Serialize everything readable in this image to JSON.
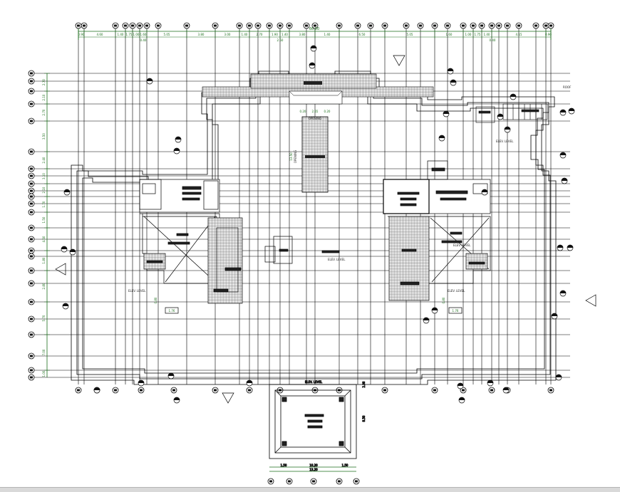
{
  "drawing": {
    "overall_dimension": "66.80",
    "top_segments": [
      "0.90",
      "4.60",
      "1.40",
      "1.75",
      "1.00",
      "1.60",
      "5.05",
      "3.80",
      "3.00",
      "1.40",
      "2.70",
      "1.90",
      "1.40",
      "3.80",
      "1.40",
      "6.50",
      "5.05",
      "1.60",
      "1.00",
      "1.75",
      "1.40",
      "4.15",
      "0.90"
    ],
    "top_secondary": [
      "0.40",
      "2.50",
      "0.40"
    ],
    "left_segments": [
      "2.70",
      "2.10",
      "2.70",
      "3.50",
      "2.40",
      "3.10",
      "2.10",
      "1.70",
      "1.50",
      "4.50",
      "1.80",
      "2.80",
      "5.70",
      "7.00",
      "1.00"
    ],
    "center_labels": {
      "opening": "OPENING",
      "op_top": [
        "0.20",
        "2.65",
        "0.20"
      ],
      "op_side": "13.50",
      "op_side2": "OPENING"
    },
    "level_tags": {
      "top": "ROOF",
      "elev_left": "ELEV. LEVEL",
      "elev_right": "ELEV. LEVEL",
      "elev_center": "ELEV. LEVEL",
      "elev_center_r": "ELEV. LEVEL",
      "elev_upper_right": "ELEV. LEVEL",
      "elev_bottom": "ELEV. LEVEL"
    },
    "small_dims": {
      "left_step": "0.80",
      "left_step_b": "1.76",
      "right_step": "0.80",
      "right_step_b": "1.76",
      "porch_right": "2.00",
      "porch_right2": "8.50",
      "porch_bottom": [
        "1.50",
        "10.20",
        "1.50"
      ],
      "porch_bottom_total": "13.20"
    }
  }
}
